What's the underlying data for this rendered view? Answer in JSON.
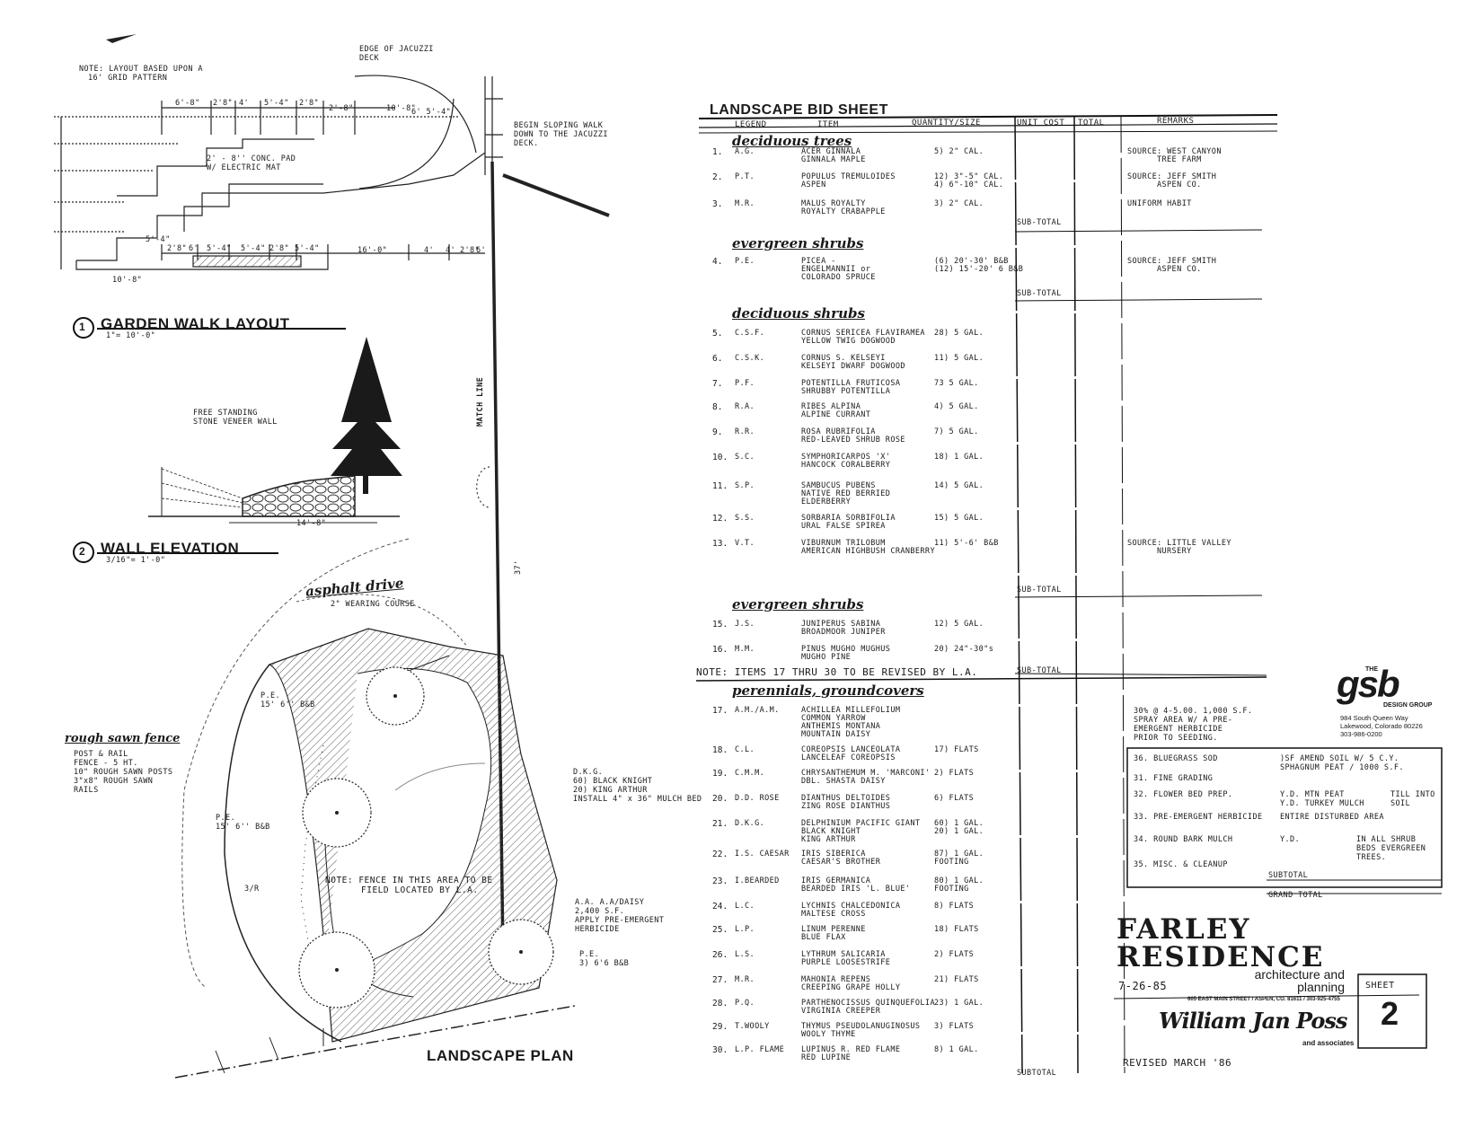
{
  "left": {
    "note": [
      "NOTE: LAYOUT BASED UPON A",
      "16' GRID PATTERN"
    ],
    "jacuzzi_deck": [
      "EDGE OF JACUZZI",
      "DECK"
    ],
    "begin_walk": [
      "BEGIN SLOPING WALK",
      "DOWN TO THE JACUZZI",
      "DECK."
    ],
    "conc_pad": [
      "2' - 8'' CONC. PAD",
      "W/ ELECTRIC MAT"
    ],
    "dims_top": [
      "6'-8\"",
      "2'8\"",
      "4'",
      "5'-4\"",
      "2'8\"",
      "2'-8\"",
      "10'-8\"",
      "6' 5'-4\""
    ],
    "dims_bottom": [
      "5'-4\"",
      "2'8\"",
      "6'",
      "5'-4\"",
      "5'-4\"",
      "2'8\"",
      "5'-4\"",
      "16'-0\"",
      "4'",
      "4'",
      "2'8\"",
      "6'"
    ],
    "dim_left": "10'-8\"",
    "garden_walk": {
      "num": "1",
      "title": "GARDEN WALK LAYOUT",
      "scale": "1\"= 10'-0\""
    },
    "wall_note": [
      "FREE STANDING",
      "STONE VENEER WALL"
    ],
    "wall_dim": "14'-8\"",
    "wall_elevation": {
      "num": "2",
      "title": "WALL ELEVATION",
      "scale": "3/16\"= 1'-0\""
    },
    "match_line": "MATCH LINE",
    "asphalt": {
      "title": "asphalt drive",
      "sub": "2\" WEARING COURSE"
    },
    "rough_fence": {
      "title": "rough sawn fence",
      "lines": [
        "POST & RAIL",
        "FENCE - 5 HT.",
        "10\" ROUGH SAWN POSTS",
        "3\"x8\" ROUGH SAWN",
        "RAILS"
      ]
    },
    "pe_labels": [
      "P.E.",
      "15' 6'' B&B",
      "P.E.",
      "15' 6'' B&B",
      "3/R",
      "P.E.",
      "3) 6'6 B&B"
    ],
    "dkg_note": [
      "D.K.G.",
      "60) BLACK KNIGHT",
      "20) KING ARTHUR",
      "INSTALL 4\" x 36\" MULCH BED"
    ],
    "aa_note": [
      "A.A. A.A/DAISY",
      "2,400 S.F.",
      "APPLY PRE-EMERGENT",
      "HERBICIDE"
    ],
    "fence_note": [
      "NOTE: FENCE IN THIS AREA TO BE",
      "FIELD LOCATED BY L.A."
    ],
    "dim_37": "37'",
    "landscape_plan": "LANDSCAPE PLAN"
  },
  "bid": {
    "title": "LANDSCAPE BID SHEET",
    "headers": [
      "LEGEND",
      "ITEM",
      "QUANTITY/SIZE",
      "UNIT COST",
      "TOTAL",
      "REMARKS"
    ],
    "sections": [
      {
        "title": "deciduous trees",
        "subtotal": "SUB-TOTAL",
        "rows": [
          {
            "n": "1.",
            "leg": "A.G.",
            "item": [
              "ACER GINNALA",
              "GINNALA MAPLE"
            ],
            "qty": [
              "5) 2\" CAL."
            ],
            "remark": [
              "SOURCE: WEST CANYON",
              "TREE FARM"
            ]
          },
          {
            "n": "2.",
            "leg": "P.T.",
            "item": [
              "POPULUS TREMULOIDES",
              "ASPEN"
            ],
            "qty": [
              "12) 3\"-5\" CAL.",
              "4) 6\"-10\" CAL."
            ],
            "remark": [
              "SOURCE: JEFF SMITH",
              "ASPEN CO."
            ]
          },
          {
            "n": "3.",
            "leg": "M.R.",
            "item": [
              "MALUS ROYALTY",
              "ROYALTY CRABAPPLE"
            ],
            "qty": [
              "3) 2\" CAL."
            ],
            "remark": [
              "UNIFORM HABIT"
            ]
          }
        ]
      },
      {
        "title": "evergreen shrubs",
        "subtotal": "SUB-TOTAL",
        "rows": [
          {
            "n": "4.",
            "leg": "P.E.",
            "item": [
              "PICEA -",
              "ENGELMANNII or",
              "COLORADO SPRUCE"
            ],
            "qty": [
              "(6) 20'-30' B&B",
              "(12) 15'-20' 6 B&B"
            ],
            "remark": [
              "SOURCE: JEFF SMITH",
              "ASPEN CO."
            ]
          }
        ]
      },
      {
        "title": "deciduous shrubs",
        "subtotal": "SUB-TOTAL",
        "rows": [
          {
            "n": "5.",
            "leg": "C.S.F.",
            "item": [
              "CORNUS SERICEA FLAVIRAMEA",
              "YELLOW TWIG DOGWOOD"
            ],
            "qty": [
              "28) 5 GAL."
            ],
            "remark": []
          },
          {
            "n": "6.",
            "leg": "C.S.K.",
            "item": [
              "CORNUS S. KELSEYI",
              "KELSEYI DWARF DOGWOOD"
            ],
            "qty": [
              "11) 5 GAL."
            ],
            "remark": []
          },
          {
            "n": "7.",
            "leg": "P.F.",
            "item": [
              "POTENTILLA FRUTICOSA",
              "SHRUBBY POTENTILLA"
            ],
            "qty": [
              "73 5 GAL."
            ],
            "remark": []
          },
          {
            "n": "8.",
            "leg": "R.A.",
            "item": [
              "RIBES ALPINA",
              "ALPINE CURRANT"
            ],
            "qty": [
              "4) 5 GAL."
            ],
            "remark": []
          },
          {
            "n": "9.",
            "leg": "R.R.",
            "item": [
              "ROSA RUBRIFOLIA",
              "RED-LEAVED SHRUB ROSE"
            ],
            "qty": [
              "7) 5 GAL."
            ],
            "remark": []
          },
          {
            "n": "10.",
            "leg": "S.C.",
            "item": [
              "SYMPHORICARPOS 'X'",
              "HANCOCK CORALBERRY"
            ],
            "qty": [
              "18) 1 GAL."
            ],
            "remark": []
          },
          {
            "n": "11.",
            "leg": "S.P.",
            "item": [
              "SAMBUCUS PUBENS",
              "NATIVE RED BERRIED",
              "ELDERBERRY"
            ],
            "qty": [
              "14) 5 GAL."
            ],
            "remark": []
          },
          {
            "n": "12.",
            "leg": "S.S.",
            "item": [
              "SORBARIA SORBIFOLIA",
              "URAL FALSE SPIREA"
            ],
            "qty": [
              "15) 5 GAL."
            ],
            "remark": []
          },
          {
            "n": "13.",
            "leg": "V.T.",
            "item": [
              "VIBURNUM TRILOBUM",
              "AMERICAN HIGHBUSH CRANBERRY"
            ],
            "qty": [
              "11) 5'-6' B&B"
            ],
            "remark": [
              "SOURCE: LITTLE VALLEY",
              "NURSERY"
            ]
          }
        ]
      },
      {
        "title": "evergreen shrubs",
        "subtotal": "SUB-TOTAL",
        "rows": [
          {
            "n": "15.",
            "leg": "J.S.",
            "item": [
              "JUNIPERUS SABINA",
              "BROADMOOR JUNIPER"
            ],
            "qty": [
              "12) 5 GAL."
            ],
            "remark": []
          },
          {
            "n": "16.",
            "leg": "M.M.",
            "item": [
              "PINUS MUGHO MUGHUS",
              "MUGHO PINE"
            ],
            "qty": [
              "20) 24\"-30\"s"
            ],
            "remark": []
          }
        ]
      },
      {
        "title": "perennials, groundcovers",
        "subtotal": "SUBTOTAL",
        "rows": [
          {
            "n": "17.",
            "leg": "A.M./A.M.",
            "item": [
              "ACHILLEA MILLEFOLIUM",
              "COMMON YARROW",
              "ANTHEMIS MONTANA",
              "MOUNTAIN DAISY"
            ],
            "qty": [],
            "remark": []
          },
          {
            "n": "18.",
            "leg": "C.L.",
            "item": [
              "COREOPSIS LANCEOLATA",
              "LANCELEAF COREOPSIS"
            ],
            "qty": [
              "17) FLATS"
            ],
            "remark": []
          },
          {
            "n": "19.",
            "leg": "C.M.M.",
            "item": [
              "CHRYSANTHEMUM M. 'MARCONI'",
              "DBL. SHASTA DAISY"
            ],
            "qty": [
              "2) FLATS"
            ],
            "remark": []
          },
          {
            "n": "20.",
            "leg": "D.D. ROSE",
            "item": [
              "DIANTHUS DELTOIDES",
              "ZING ROSE DIANTHUS"
            ],
            "qty": [
              "6) FLATS"
            ],
            "remark": []
          },
          {
            "n": "21.",
            "leg": "D.K.G.",
            "item": [
              "DELPHINIUM PACIFIC GIANT",
              "BLACK KNIGHT",
              "KING ARTHUR"
            ],
            "qty": [
              "60) 1 GAL.",
              "20) 1 GAL."
            ],
            "remark": []
          },
          {
            "n": "22.",
            "leg": "I.S. CAESAR",
            "item": [
              "IRIS SIBERICA",
              "CAESAR'S BROTHER"
            ],
            "qty": [
              "87) 1 GAL.",
              "FOOTING"
            ],
            "remark": []
          },
          {
            "n": "23.",
            "leg": "I.BEARDED",
            "item": [
              "IRIS GERMANICA",
              "BEARDED IRIS 'L. BLUE'"
            ],
            "qty": [
              "80) 1 GAL.",
              "FOOTING"
            ],
            "remark": []
          },
          {
            "n": "24.",
            "leg": "L.C.",
            "item": [
              "LYCHNIS CHALCEDONICA",
              "MALTESE CROSS"
            ],
            "qty": [
              "8) FLATS"
            ],
            "remark": []
          },
          {
            "n": "25.",
            "leg": "L.P.",
            "item": [
              "LINUM PERENNE",
              "BLUE FLAX"
            ],
            "qty": [
              "18) FLATS"
            ],
            "remark": []
          },
          {
            "n": "26.",
            "leg": "L.S.",
            "item": [
              "LYTHRUM SALICARIA",
              "PURPLE LOOSESTRIFE"
            ],
            "qty": [
              "2) FLATS"
            ],
            "remark": []
          },
          {
            "n": "27.",
            "leg": "M.R.",
            "item": [
              "MAHONIA REPENS",
              "CREEPING GRAPE HOLLY"
            ],
            "qty": [
              "21) FLATS"
            ],
            "remark": []
          },
          {
            "n": "28.",
            "leg": "P.Q.",
            "item": [
              "PARTHENOCISSUS QUINQUEFOLIA",
              "VIRGINIA CREEPER"
            ],
            "qty": [
              "23) 1 GAL."
            ],
            "remark": []
          },
          {
            "n": "29.",
            "leg": "T.WOOLY",
            "item": [
              "THYMUS PSEUDOLANUGINOSUS",
              "WOOLY THYME"
            ],
            "qty": [
              "3) FLATS"
            ],
            "remark": []
          },
          {
            "n": "30.",
            "leg": "L.P. FLAME",
            "item": [
              "LUPINUS R. RED FLAME",
              "RED LUPINE"
            ],
            "qty": [
              "8) 1 GAL."
            ],
            "remark": []
          }
        ]
      }
    ],
    "note_17_30": "NOTE: ITEMS 17 THRU 30 TO BE REVISED BY L.A.",
    "seed_note": [
      "30% @ 4-5.00. 1,000 S.F.",
      "SPRAY AREA W/ A PRE-",
      "EMERGENT HERBICIDE",
      "PRIOR TO SEEDING."
    ],
    "extras": [
      {
        "n": "36.",
        "item": "BLUEGRASS SOD",
        "qty": ")SF AMEND SOIL W/ 5 C.Y.",
        "qty2": "SPHAGNUM PEAT / 1000 S.F."
      },
      {
        "n": "31.",
        "item": "FINE GRADING",
        "qty": "",
        "qty2": ""
      },
      {
        "n": "32.",
        "item": "FLOWER BED PREP.",
        "qty": "Y.D. MTN PEAT",
        "qty2": "Y.D. TURKEY MULCH",
        "rem": [
          "TILL INTO",
          "SOIL"
        ]
      },
      {
        "n": "33.",
        "item": "PRE-EMERGENT HERBICIDE",
        "qty": "ENTIRE DISTURBED AREA",
        "qty2": ""
      },
      {
        "n": "34.",
        "item": "ROUND BARK MULCH",
        "qty": "Y.D.",
        "qty2": "",
        "rem": [
          "IN ALL SHRUB",
          "BEDS EVERGREEN",
          "TREES."
        ]
      },
      {
        "n": "35.",
        "item": "MISC. & CLEANUP",
        "qty": "",
        "qty2": ""
      }
    ],
    "extras_subtotal": "SUBTOTAL",
    "grand_total": "GRAND TOTAL"
  },
  "firm": {
    "the": "THE",
    "logo": "gsb",
    "logo_sub": "DESIGN GROUP",
    "address": [
      "984 South Queen Way",
      "Lakewood, Colorado 80226",
      "303-986-0200"
    ]
  },
  "title_block": {
    "project": [
      "FARLEY",
      "RESIDENCE"
    ],
    "arch": [
      "architecture and",
      "planning"
    ],
    "date": "7-26-85",
    "street": "605 EAST MAIN STREET / ASPEN, CO. 81611 / 303-925-4755",
    "signature": "William Jan Poss",
    "and_assoc": "and associates",
    "sheet_label": "SHEET",
    "sheet_no": "2",
    "revised": "REVISED MARCH '86"
  }
}
